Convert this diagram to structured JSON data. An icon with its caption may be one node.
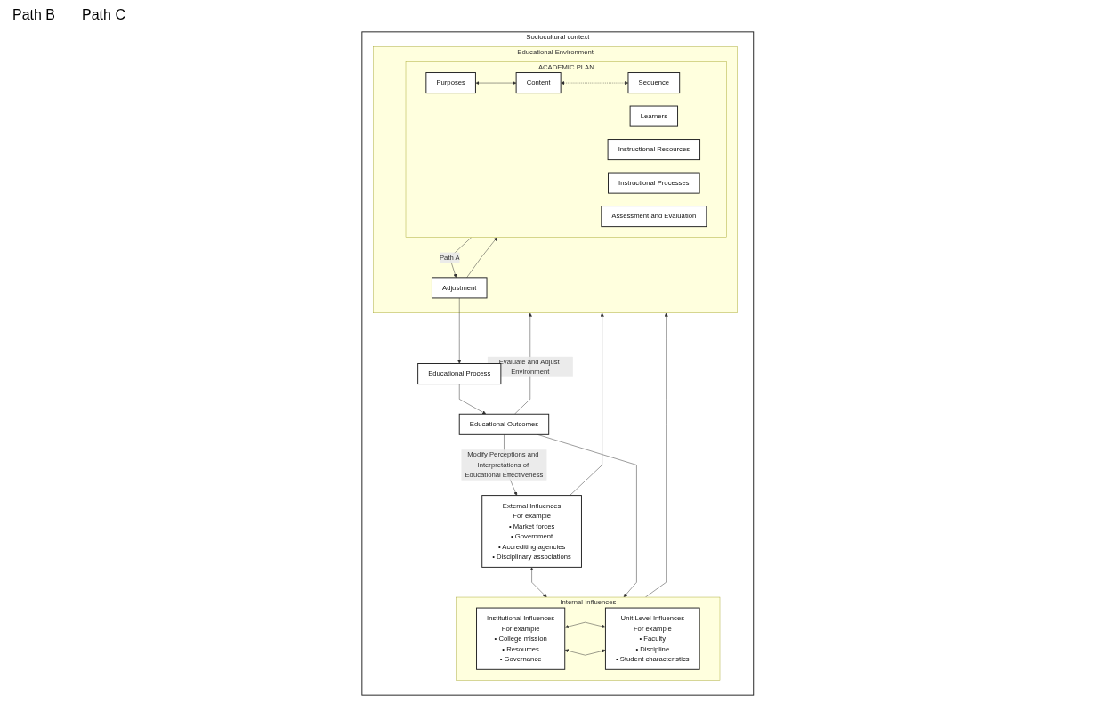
{
  "diagram": {
    "nodes": [
      {
        "text": [
          "Sociocultural context"
        ]
      },
      {
        "text": [
          "External Influences",
          "For example",
          "• Market forces",
          "• Government",
          "• Accrediting agencies",
          "• Disciplinary associations"
        ],
        "in": 0
      },
      {
        "text": [
          "Internal Influences"
        ],
        "in": 0
      },
      {
        "text": [
          "Institutional Influences",
          "For example",
          "• College mission",
          "• Resources",
          "• Governance"
        ],
        "in": 2
      },
      {
        "text": [
          "Unit Level Influences",
          "For example",
          "• Faculty",
          "• Discipline",
          "• Student characteristics"
        ],
        "in": 2
      },
      {
        "text": [
          "Educational Environment"
        ],
        "in": 0
      },
      {
        "text": [
          "ACADEMIC PLAN"
        ],
        "in": 5
      },
      {
        "text": [
          "Purposes"
        ],
        "in": 6
      },
      {
        "text": [
          "Content"
        ],
        "in": 6
      },
      {
        "text": [
          "Learners"
        ],
        "in": 6
      },
      {
        "text": [
          "Instructional Resources"
        ],
        "in": 6
      },
      {
        "text": [
          "Sequence"
        ],
        "in": 6
      },
      {
        "text": [
          "Instructional Processes"
        ],
        "in": 6
      },
      {
        "text": [
          "Assessment and Evaluation"
        ],
        "in": 6
      },
      {
        "text": [
          "Adjustment"
        ],
        "in": 5
      },
      {
        "text": [
          "Educational Process"
        ],
        "in": 0
      },
      {
        "text": [
          "Educational Outcomes"
        ],
        "in": 0
      }
    ],
    "edges": [
      {
        "from": 1,
        "to": 2,
        "arrow": "both"
      },
      {
        "from": 3,
        "to": 4,
        "arrow": "both"
      },
      {
        "from": 3,
        "to": 4,
        "arrow": "both"
      },
      {
        "from": 1,
        "to": 5,
        "arrow": "to"
      },
      {
        "from": 2,
        "to": 5,
        "arrow": "to"
      },
      {
        "from": 7,
        "to": 8,
        "arrow": "both"
      },
      {
        "from": 8,
        "to": 11,
        "arrow": "both",
        "style": "dashed"
      },
      {
        "from": 6,
        "to": 14,
        "arrow": "to",
        "label": "Path A"
      },
      {
        "from": 14,
        "to": 6,
        "arrow": "to"
      },
      {
        "from": 14,
        "to": 15,
        "arrow": "to"
      },
      {
        "from": 15,
        "to": 16,
        "arrow": "to"
      },
      {
        "from": 16,
        "to": 5,
        "arrow": "to",
        "label": "Evaluate and Adjust Environment"
      },
      {
        "from": 16,
        "to": 1,
        "arrow": "to",
        "label": "Modify Perceptions and Interpretations of Educational Effectiveness"
      },
      {
        "from": 16,
        "to": 2,
        "arrow": "to"
      }
    ],
    "labels": [
      "Path B",
      "Path C"
    ]
  }
}
